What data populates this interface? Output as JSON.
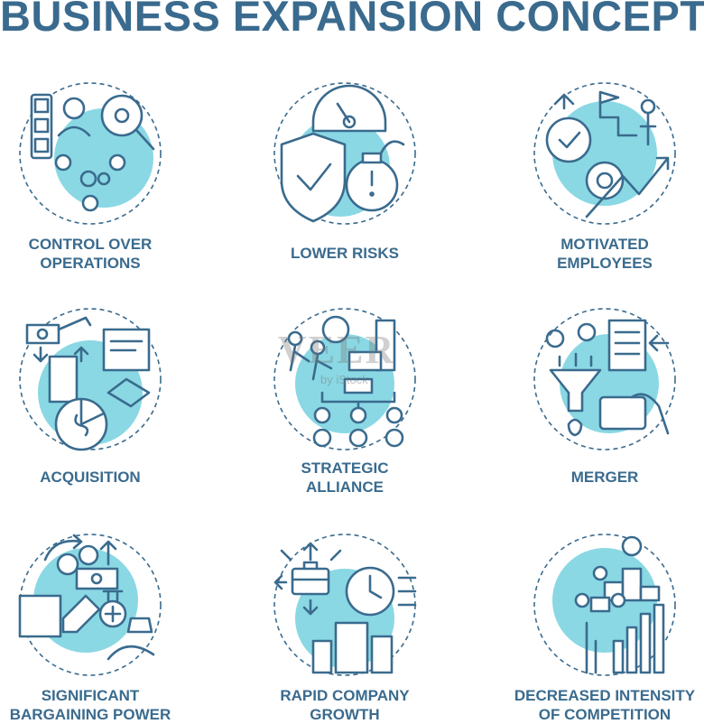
{
  "colors": {
    "dark": "#3a6b8e",
    "light": "#8ad8e4"
  },
  "title": "BUSINESS EXPANSION CONCEPTS",
  "watermark": {
    "brand": "VEER",
    "sub": "by iStock"
  },
  "concepts": [
    {
      "line1": "CONTROL OVER",
      "line2": "OPERATIONS",
      "icon": "control-operations-icon"
    },
    {
      "line1": "LOWER RISKS",
      "line2": "",
      "icon": "lower-risks-icon"
    },
    {
      "line1": "MOTIVATED",
      "line2": "EMPLOYEES",
      "icon": "motivated-employees-icon"
    },
    {
      "line1": "ACQUISITION",
      "line2": "",
      "icon": "acquisition-icon"
    },
    {
      "line1": "STRATEGIC",
      "line2": "ALLIANCE",
      "icon": "strategic-alliance-icon"
    },
    {
      "line1": "MERGER",
      "line2": "",
      "icon": "merger-icon"
    },
    {
      "line1": "SIGNIFICANT",
      "line2": "BARGAINING POWER",
      "icon": "bargaining-power-icon"
    },
    {
      "line1": "RAPID COMPANY",
      "line2": "GROWTH",
      "icon": "rapid-growth-icon"
    },
    {
      "line1": "DECREASED INTENSITY",
      "line2": "OF COMPETITION",
      "icon": "decreased-competition-icon"
    }
  ]
}
